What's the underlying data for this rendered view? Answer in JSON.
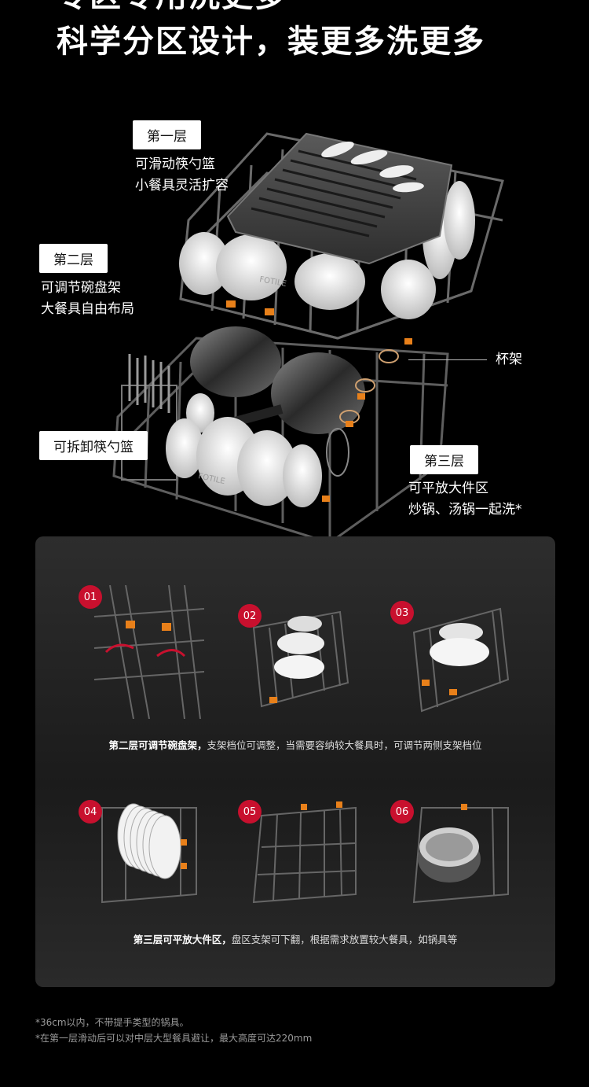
{
  "headline": {
    "line1_partial": "专区专用洗更多",
    "line2": "科学分区设计，装更多洗更多"
  },
  "hero": {
    "tier1": {
      "tag": "第一层",
      "lines": [
        "可滑动筷勺篮",
        "小餐具灵活扩容"
      ]
    },
    "tier2": {
      "tag": "第二层",
      "lines": [
        "可调节碗盘架",
        "大餐具自由布局"
      ]
    },
    "cup_rack": {
      "label": "杯架"
    },
    "basket": {
      "tag": "可拆卸筷勺篮"
    },
    "tier3": {
      "tag": "第三层",
      "lines": [
        "可平放大件区",
        "炒锅、汤锅一起洗*"
      ]
    },
    "brand_mark": "FOTILE"
  },
  "panel": {
    "row1": {
      "steps": [
        "01",
        "02",
        "03"
      ],
      "caption_bold": "第二层可调节碗盘架，",
      "caption_rest": "支架档位可调整，当需要容纳较大餐具时，可调节两侧支架档位"
    },
    "row2": {
      "steps": [
        "04",
        "05",
        "06"
      ],
      "caption_bold": "第三层可平放大件区，",
      "caption_rest": "盘区支架可下翻，根据需求放置较大餐具，如锅具等"
    }
  },
  "notes": [
    "*36cm以内，不带提手类型的锅具。",
    "*在第一层滑动后可以对中层大型餐具避让，最大高度可达220mm"
  ],
  "colors": {
    "accent": "#c8102e",
    "clip": "#e8801a",
    "background": "#000000"
  }
}
